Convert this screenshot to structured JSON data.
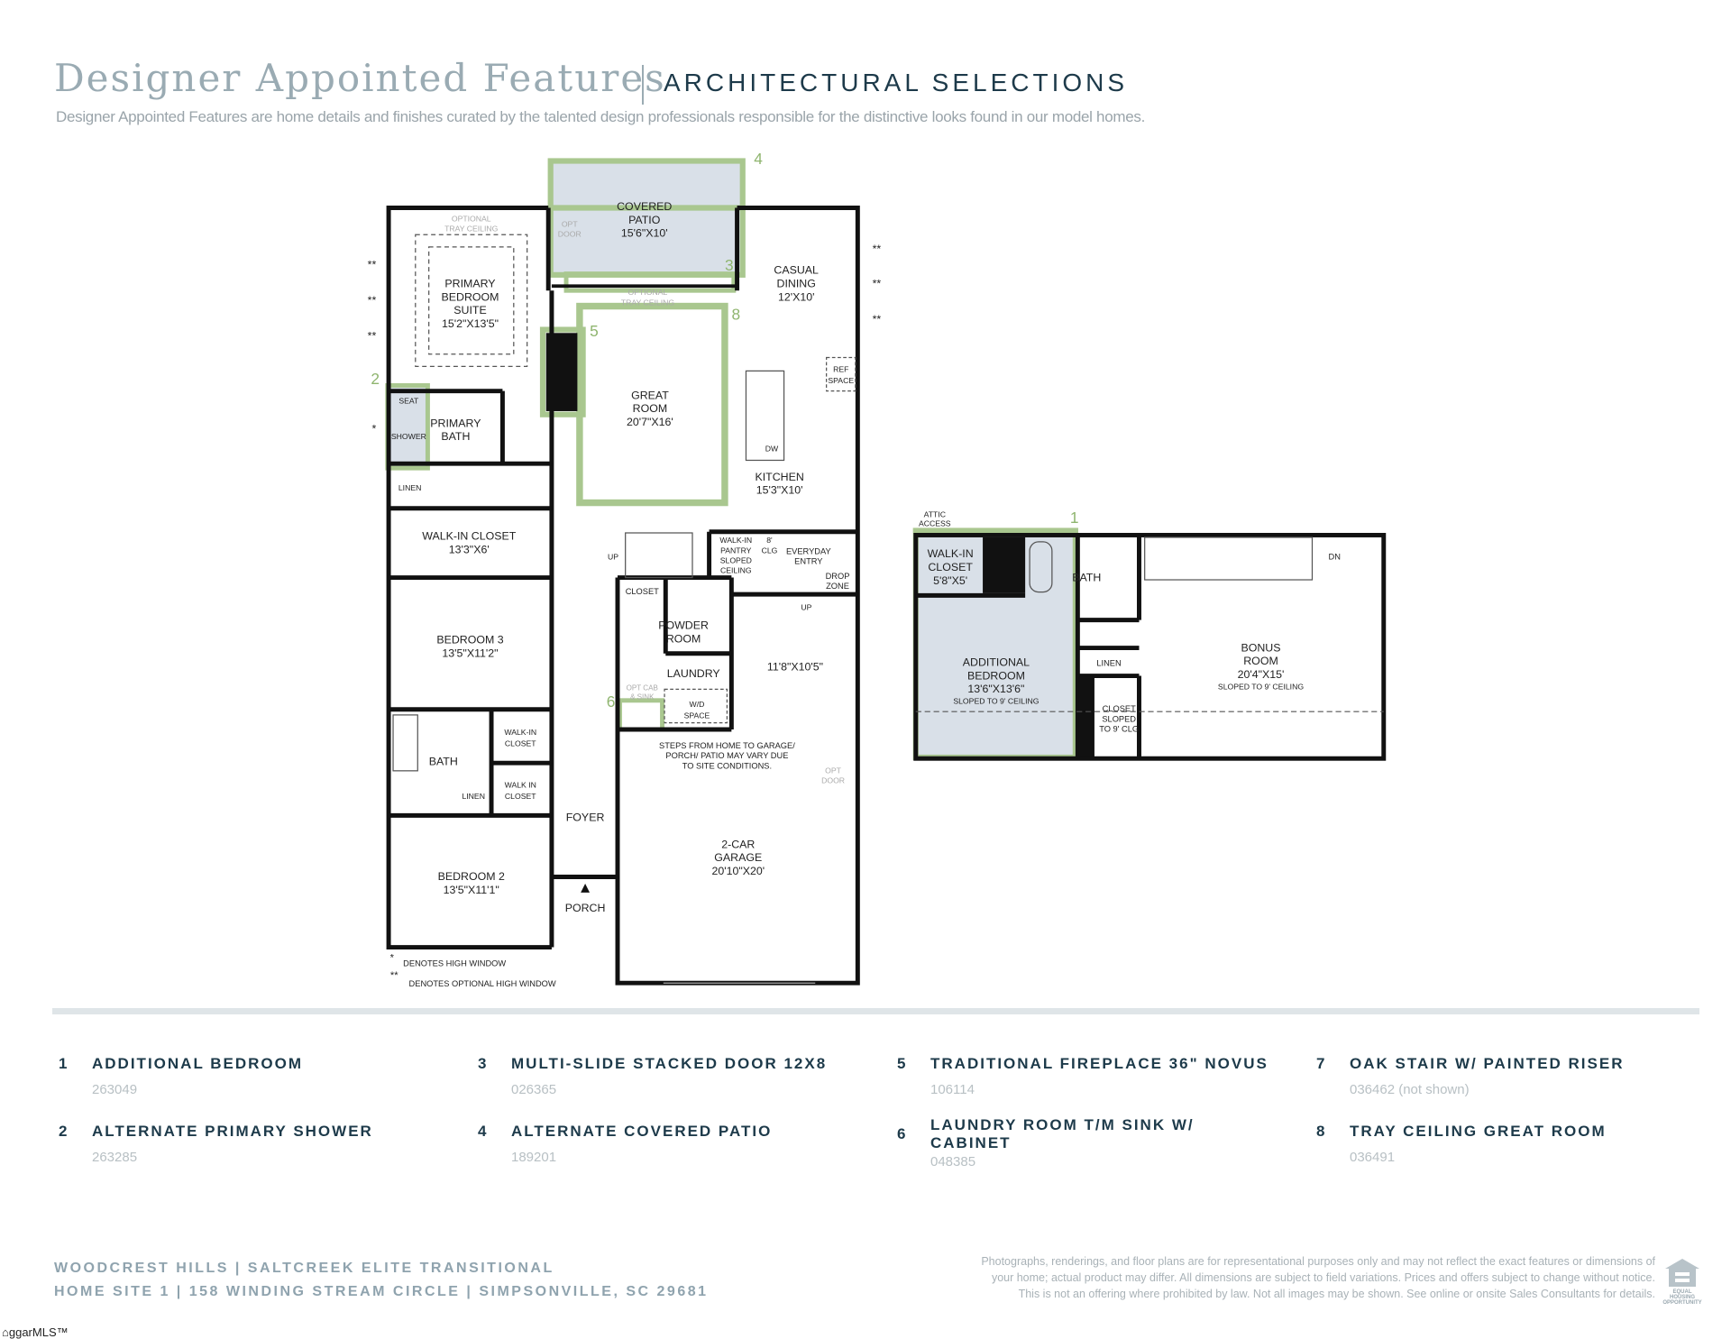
{
  "header": {
    "title": "Designer Appointed Features",
    "subtitle": "ARCHITECTURAL SELECTIONS",
    "description": "Designer Appointed Features are home details and finishes curated by the talented design professionals responsible for the distinctive looks found in our model homes."
  },
  "colors": {
    "accent_green": "#a9c78f",
    "highlight_fill": "#d9e0e8",
    "title_gray": "#9aabb3",
    "navy": "#1d3a4a"
  },
  "plan": {
    "first_floor": {
      "covered_patio": [
        "COVERED",
        "PATIO",
        "15'6\"X10'"
      ],
      "opt_door": [
        "OPT",
        "DOOR"
      ],
      "optional_tray_ceiling_primary": [
        "OPTIONAL",
        "TRAY CEILING"
      ],
      "optional_tray_ceiling_great": [
        "OPTIONAL",
        "TRAY CEILING"
      ],
      "primary_bedroom": [
        "PRIMARY",
        "BEDROOM",
        "SUITE",
        "15'2\"X13'5\""
      ],
      "casual_dining": [
        "CASUAL",
        "DINING",
        "12'X10'"
      ],
      "great_room": [
        "GREAT",
        "ROOM",
        "20'7\"X16'"
      ],
      "kitchen": [
        "KITCHEN",
        "15'3\"X10'"
      ],
      "ref_space": [
        "REF",
        "SPACE"
      ],
      "dw": "DW",
      "seat": "SEAT",
      "shower": "SHOWER",
      "primary_bath": [
        "PRIMARY",
        "BATH"
      ],
      "linen": "LINEN",
      "walk_in_closet_primary": [
        "WALK-IN CLOSET",
        "13'3\"X6'"
      ],
      "up": "UP",
      "walk_in_pantry": [
        "WALK-IN",
        "PANTRY",
        "SLOPED",
        "CEILING"
      ],
      "clg": [
        "8'",
        "CLG"
      ],
      "everyday_entry": [
        "EVERYDAY",
        "ENTRY"
      ],
      "drop_zone": [
        "DROP",
        "ZONE"
      ],
      "closet": "CLOSET",
      "powder_room": [
        "POWDER",
        "ROOM"
      ],
      "laundry": "LAUNDRY",
      "opt_cab_sink": [
        "OPT CAB",
        "& SINK"
      ],
      "wd_space": [
        "W/D",
        "SPACE"
      ],
      "garage_extension": "11'8\"X10'5\"",
      "steps_note": [
        "STEPS FROM HOME TO GARAGE/",
        "PORCH/ PATIO MAY VARY DUE",
        "TO SITE CONDITIONS."
      ],
      "garage_opt_door": [
        "OPT",
        "DOOR"
      ],
      "garage": [
        "2-CAR",
        "GARAGE",
        "20'10\"X20'"
      ],
      "bedroom3": [
        "BEDROOM 3",
        "13'5\"X11'2\""
      ],
      "bath": "BATH",
      "walk_in_closet_a": [
        "WALK-IN",
        "CLOSET"
      ],
      "walk_in_closet_b": [
        "WALK IN",
        "CLOSET"
      ],
      "linen2": "LINEN",
      "foyer": "FOYER",
      "porch": "PORCH",
      "bedroom2": [
        "BEDROOM 2",
        "13'5\"X11'1\""
      ],
      "high_window_mark": "*",
      "opt_high_window_mark": "**",
      "legend_high_window": "DENOTES HIGH WINDOW",
      "legend_opt_high_window": "DENOTES OPTIONAL HIGH WINDOW"
    },
    "second_floor": {
      "attic_access": [
        "ATTIC",
        "ACCESS"
      ],
      "walk_in_closet": [
        "WALK-IN",
        "CLOSET",
        "5'8\"X5'"
      ],
      "bath": "BATH",
      "dn": "DN",
      "additional_bedroom": [
        "ADDITIONAL",
        "BEDROOM",
        "13'6\"X13'6\"",
        "SLOPED TO 9' CEILING"
      ],
      "linen": "LINEN",
      "closet": [
        "CLOSET",
        "SLOPED",
        "TO 9' CLG"
      ],
      "bonus_room": [
        "BONUS",
        "ROOM",
        "20'4\"X15'",
        "SLOPED TO 9' CEILING"
      ]
    },
    "markers": [
      "1",
      "2",
      "3",
      "4",
      "5",
      "6",
      "8"
    ]
  },
  "features": [
    {
      "num": "1",
      "title": "ADDITIONAL BEDROOM",
      "code": "263049"
    },
    {
      "num": "2",
      "title": "ALTERNATE PRIMARY SHOWER",
      "code": "263285"
    },
    {
      "num": "3",
      "title": "MULTI-SLIDE STACKED DOOR 12X8",
      "code": "026365"
    },
    {
      "num": "4",
      "title": "ALTERNATE COVERED PATIO",
      "code": "189201"
    },
    {
      "num": "5",
      "title": "TRADITIONAL FIREPLACE 36\" NOVUS",
      "code": "106114"
    },
    {
      "num": "6",
      "title": "LAUNDRY ROOM T/M SINK W/ CABINET",
      "code": "048385"
    },
    {
      "num": "7",
      "title": "OAK STAIR W/ PAINTED RISER",
      "code": "036462 (not shown)"
    },
    {
      "num": "8",
      "title": "TRAY CEILING GREAT ROOM",
      "code": "036491"
    }
  ],
  "footer": {
    "line1": "WOODCREST HILLS  |  SALTCREEK ELITE TRANSITIONAL",
    "line2": "HOME SITE 1  |  158 WINDING STREAM CIRCLE  |  SIMPSONVILLE, SC 29681",
    "disclaimer": [
      "Photographs, renderings, and floor plans are for representational purposes only and may not reflect the exact features or dimensions of",
      "your home; actual product may differ. All dimensions are subject to field variations. Prices and offers subject to change without notice.",
      "This is not an offering where prohibited by law. Not all images may be shown. See online or onsite Sales Consultants for details."
    ],
    "eho_logo_text": "EQUAL HOUSING OPPORTUNITY",
    "mls_logo": "ggarMLS™"
  }
}
